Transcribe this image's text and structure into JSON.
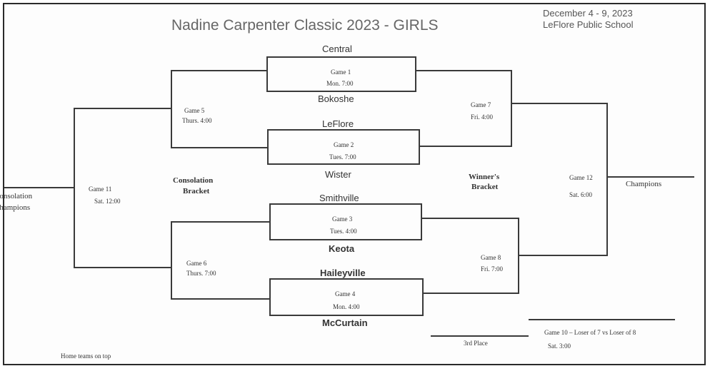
{
  "header": {
    "title": "Nadine Carpenter Classic 2023 - GIRLS",
    "dates": "December 4 - 9, 2023",
    "venue": "LeFlore Public School"
  },
  "teams": {
    "central": "Central",
    "bokoshe": "Bokoshe",
    "leflore": "LeFlore",
    "wister": "Wister",
    "smithville": "Smithville",
    "keota": "Keota",
    "haileyville": "Haileyville",
    "mccurtain": "McCurtain"
  },
  "games": {
    "g1": {
      "name": "Game 1",
      "time": "Mon. 7:00"
    },
    "g2": {
      "name": "Game 2",
      "time": "Tues. 7:00"
    },
    "g3": {
      "name": "Game 3",
      "time": "Tues. 4:00"
    },
    "g4": {
      "name": "Game 4",
      "time": "Mon. 4:00"
    },
    "g5": {
      "name": "Game 5",
      "time": "Thurs. 4:00"
    },
    "g6": {
      "name": "Game 6",
      "time": "Thurs. 7:00"
    },
    "g7": {
      "name": "Game 7",
      "time": "Fri. 4:00"
    },
    "g8": {
      "name": "Game 8",
      "time": "Fri. 7:00"
    },
    "g10": {
      "name": "Game 10 – Loser of 7 vs Loser of 8",
      "time": "Sat. 3:00"
    },
    "g11": {
      "name": "Game 11",
      "time": "Sat. 12:00"
    },
    "g12": {
      "name": "Game 12",
      "time": "Sat. 6:00"
    }
  },
  "labels": {
    "consolation_1": "Consolation",
    "consolation_2": "Bracket",
    "winners_1": "Winner's",
    "winners_2": "Bracket",
    "champions": "Champions",
    "consolation_champions_1": "Consolation",
    "consolation_champions_2": "Champions",
    "third_place": "3rd Place",
    "footer": "Home teams on top"
  }
}
